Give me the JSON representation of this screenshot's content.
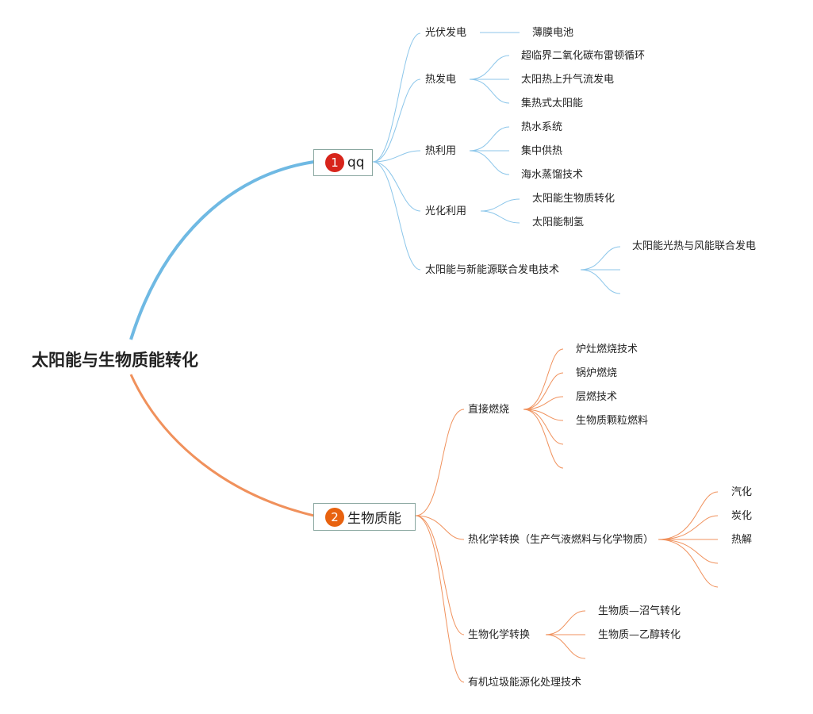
{
  "root": {
    "title": "太阳能与生物质能转化"
  },
  "colors": {
    "blue": "#6fb9e3",
    "orange": "#f0915c",
    "badge_red": "#d7241b",
    "badge_orange": "#e8620f"
  },
  "branch1": {
    "badge": "1",
    "label": "qq",
    "items": [
      {
        "label": "光伏发电",
        "children": [
          "薄膜电池"
        ]
      },
      {
        "label": "热发电",
        "children": [
          "超临界二氧化碳布雷顿循环",
          "太阳热上升气流发电",
          "集热式太阳能"
        ]
      },
      {
        "label": "热利用",
        "children": [
          "热水系统",
          "集中供热",
          "海水蒸馏技术"
        ]
      },
      {
        "label": "光化利用",
        "children": [
          "太阳能生物质转化",
          "太阳能制氢"
        ]
      },
      {
        "label": "太阳能与新能源联合发电技术",
        "children": [
          "太阳能光热与风能联合发电",
          "",
          ""
        ]
      }
    ]
  },
  "branch2": {
    "badge": "2",
    "label": "生物质能",
    "items": [
      {
        "label": "直接燃烧",
        "children": [
          "炉灶燃烧技术",
          "锅炉燃烧",
          "层燃技术",
          "生物质颗粒燃料",
          "",
          ""
        ]
      },
      {
        "label": "热化学转换（生产气液燃料与化学物质）",
        "children": [
          "汽化",
          "炭化",
          "热解",
          "",
          ""
        ]
      },
      {
        "label": "生物化学转换",
        "children": [
          "生物质—沼气转化",
          "生物质—乙醇转化",
          ""
        ]
      },
      {
        "label": "有机垃圾能源化处理技术",
        "children": []
      }
    ]
  }
}
